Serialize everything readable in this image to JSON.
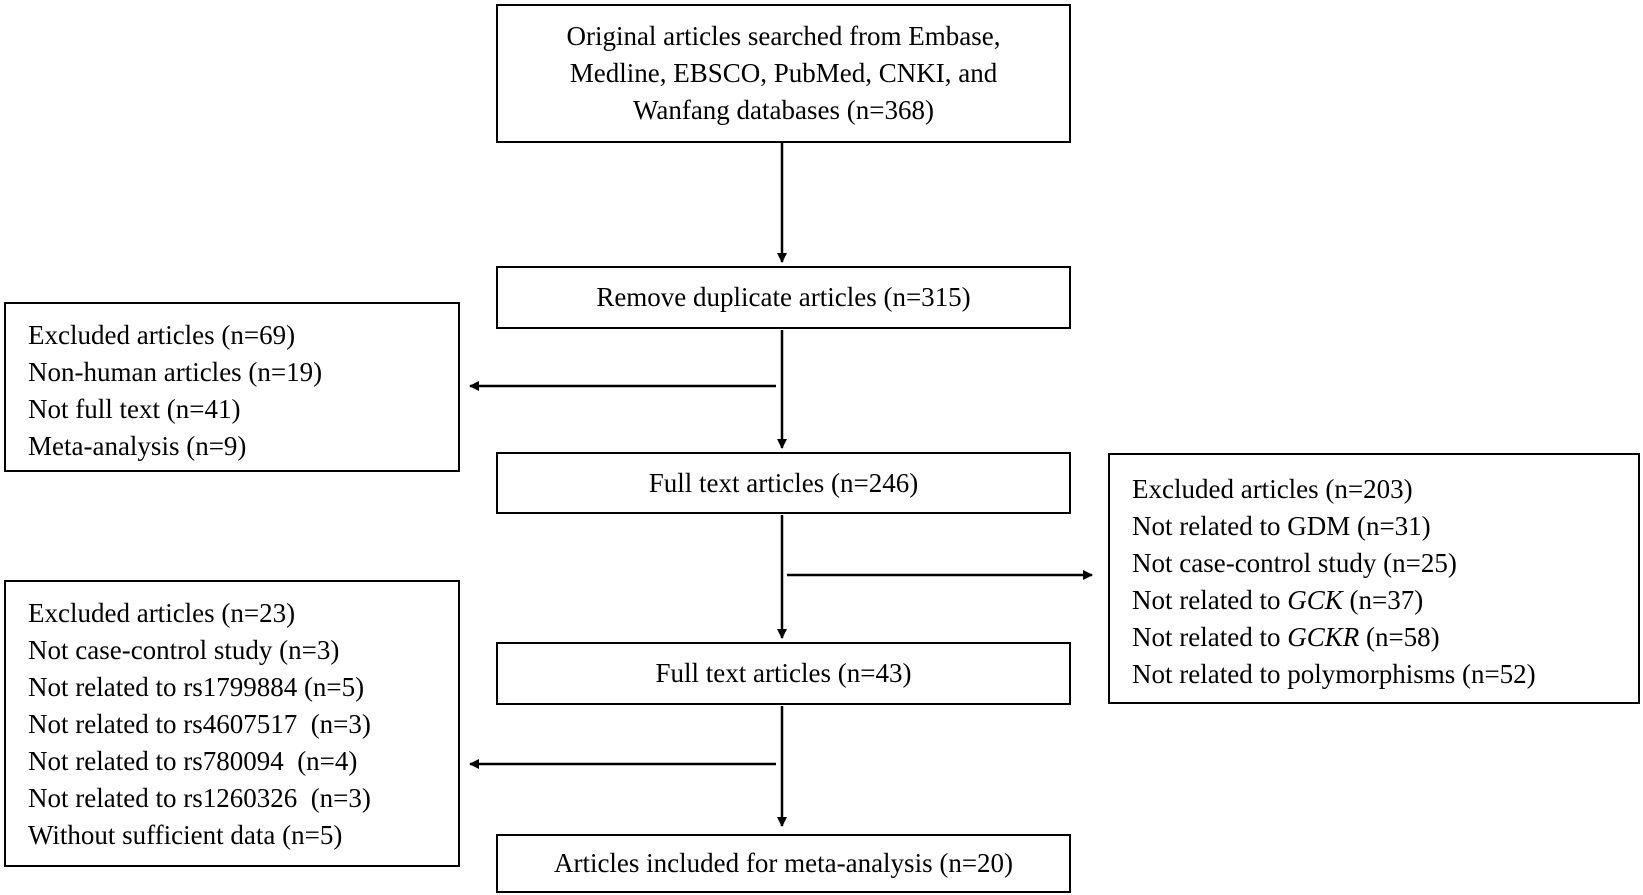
{
  "flowchart": {
    "search": {
      "lines": [
        "Original articles searched from Embase,",
        "Medline, EBSCO, PubMed, CNKI, and",
        "Wanfang databases (n=368)"
      ]
    },
    "remove_duplicates": "Remove duplicate articles (n=315)",
    "full_text_1": "Full text articles (n=246)",
    "full_text_2": "Full text articles (n=43)",
    "included": "Articles included for meta-analysis (n=20)",
    "excluded_1": {
      "lines": [
        "Excluded articles (n=69)",
        "Non-human articles (n=19)",
        "Not full text (n=41)",
        "Meta-analysis (n=9)"
      ]
    },
    "excluded_2": {
      "line1": "Excluded articles (n=203)",
      "line2": "Not related to GDM (n=31)",
      "line3": "Not case-control study (n=25)",
      "line4_prefix": "Not related to ",
      "line4_gene": "GCK",
      "line4_suffix": " (n=37)",
      "line5_prefix": "Not related to ",
      "line5_gene": "GCKR",
      "line5_suffix": " (n=58)",
      "line6": "Not related to polymorphisms (n=52)"
    },
    "excluded_3": {
      "lines": [
        "Excluded articles (n=23)",
        "Not case-control study (n=3)",
        "Not related to rs1799884 (n=5)",
        "Not related to rs4607517  (n=3)",
        "Not related to rs780094  (n=4)",
        "Not related to rs1260326  (n=3)",
        "Without sufficient data (n=5)"
      ]
    }
  }
}
